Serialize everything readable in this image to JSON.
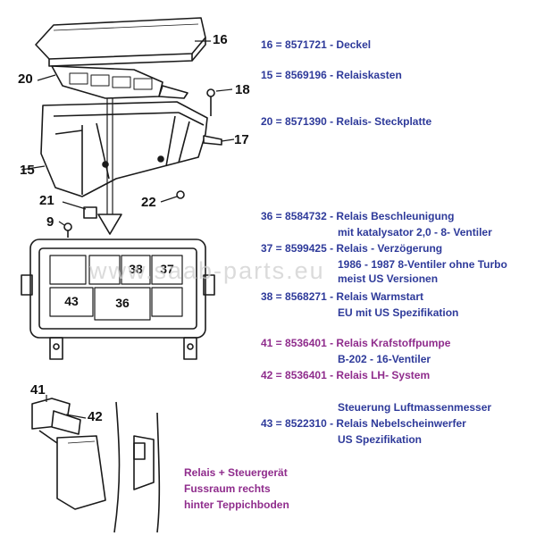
{
  "callouts": {
    "c16": "16",
    "c20": "20",
    "c18": "18",
    "c15": "15",
    "c17": "17",
    "c21": "21",
    "c22": "22",
    "c9": "9",
    "c41": "41",
    "c42": "42"
  },
  "relay_box_cells": {
    "r38": "38",
    "r37": "37",
    "r43": "43",
    "r36": "36"
  },
  "watermark": "www.saab-parts.eu",
  "legend": {
    "l16": "16 = 8571721  - Deckel",
    "l15": "15 =  8569196 - Relaiskasten",
    "l20": "20 = 8571390 - Relais- Steckplatte",
    "l36a": "36 = 8584732 - Relais Beschleunigung",
    "l36b": "mit katalysator 2,0 - 8- Ventiler",
    "l37a": "37 = 8599425 - Relais - Verzögerung",
    "l37b": "1986 - 1987 8-Ventiler ohne Turbo",
    "l37c": "meist US Versionen",
    "l38a": "38 = 8568271 - Relais Warmstart",
    "l38b": "EU mit US Spezifikation",
    "l41a": "41 = 8536401 - Relais Krafstoffpumpe",
    "l41b": "B-202 - 16-Ventiler",
    "l42": "42 = 8536401 - Relais LH- System",
    "l42b": "Steuerung Luftmassenmesser",
    "l43a": "43 = 8522310 - Relais Nebelscheinwerfer",
    "l43b": "US Spezifikation"
  },
  "note": {
    "line1": "Relais + Steuergerät",
    "line2": "Fussraum rechts",
    "line3": "hinter Teppichboden"
  },
  "colors": {
    "blue_text": "#2e3a9a",
    "magenta_text": "#8f2c8c",
    "line_art": "#1a1a1a"
  }
}
